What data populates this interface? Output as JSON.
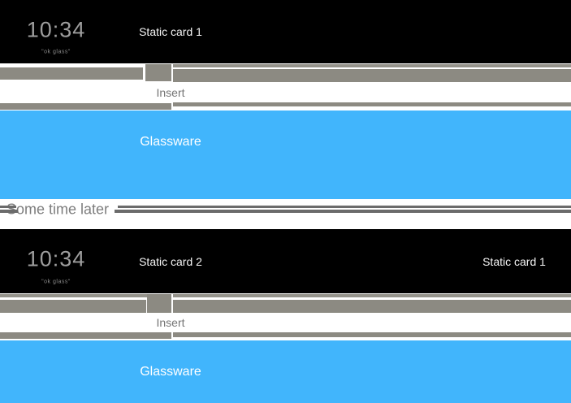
{
  "colors": {
    "card_background": "#000000",
    "timeline_deck": "#8c8a82",
    "glassware_card": "#41b5fc",
    "divider_rule": "#6b6b6b",
    "insert_text": "#757575"
  },
  "section1": {
    "home_card": {
      "time": "10:34",
      "hint": "\"ok glass\""
    },
    "static_card_label": "Static card 1",
    "insert_label": "Insert",
    "glassware_label": "Glassware"
  },
  "divider": {
    "label": "Some time later"
  },
  "section2": {
    "home_card": {
      "time": "10:34",
      "hint": "\"ok glass\""
    },
    "static_card_2_label": "Static card 2",
    "static_card_1_label": "Static card 1",
    "insert_label": "Insert",
    "glassware_label": "Glassware"
  }
}
